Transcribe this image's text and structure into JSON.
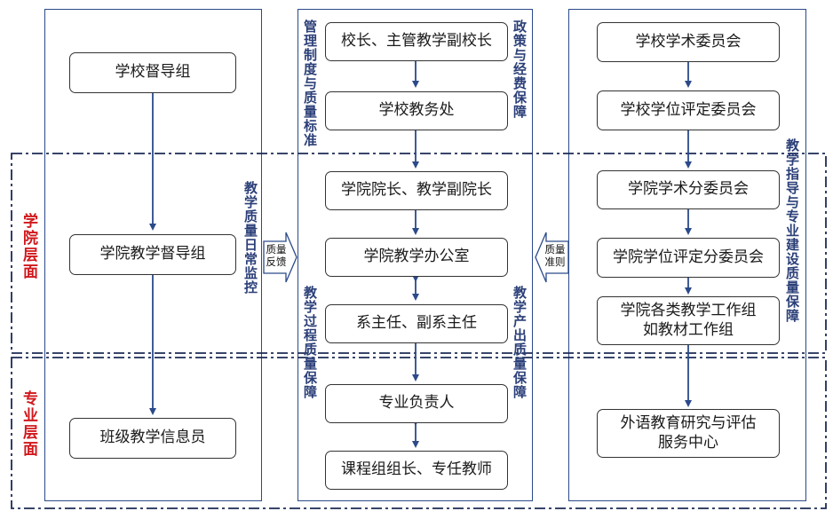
{
  "regions": {
    "college": "学院层面",
    "major": "专业层面"
  },
  "left": {
    "nodes": [
      "学校督导组",
      "学院教学督导组",
      "班级教学信息员"
    ],
    "side_label": "教学质量日常监控"
  },
  "middle": {
    "nodes": [
      "校长、主管教学副校长",
      "学校教务处",
      "学院院长、教学副院长",
      "学院教学办公室",
      "系主任、副系主任",
      "专业负责人",
      "课程组组长、专任教师"
    ],
    "left_top_label": "管理制度与质量标准",
    "right_top_label": "政策与经费保障",
    "left_bottom_label": "教学过程质量保障",
    "right_bottom_label": "教学产出质量保障"
  },
  "right": {
    "nodes": [
      "学校学术委员会",
      "学校学位评定委员会",
      "学院学术分委员会",
      "学院学位评定分委员会",
      "学院各类教学工作组\n如教材工作组",
      "外语教育研究与评估\n服务中心"
    ],
    "side_label": "教学指导与专业建设质量保障"
  },
  "connectors": {
    "left_arrow": "质量反馈",
    "right_arrow": "质量准则"
  },
  "colors": {
    "panel_border": "#2b4a8a",
    "region_text": "#d0181c",
    "label_text": "#2b3f78"
  }
}
